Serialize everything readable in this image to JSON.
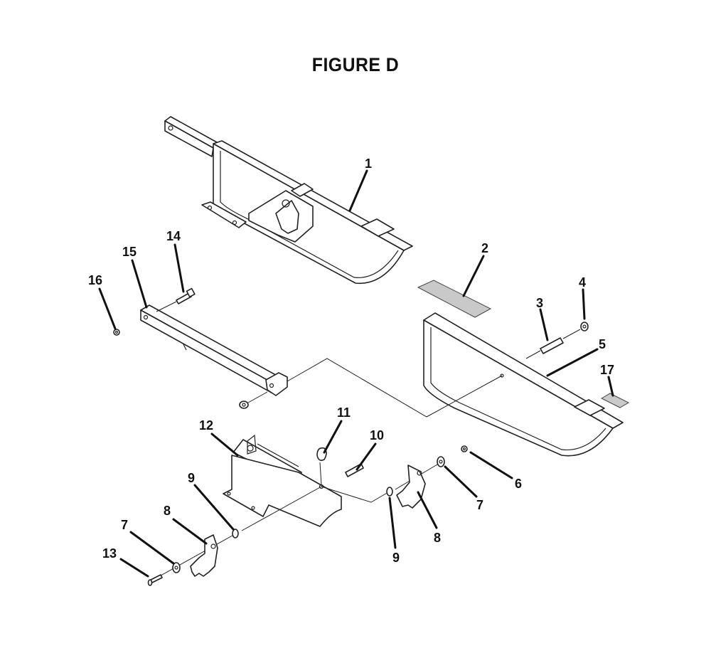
{
  "figure": {
    "title": "FIGURE D"
  },
  "callouts": {
    "c1": "1",
    "c2": "2",
    "c3": "3",
    "c4": "4",
    "c5": "5",
    "c6": "6",
    "c7a": "7",
    "c7b": "7",
    "c8a": "8",
    "c8b": "8",
    "c9a": "9",
    "c9b": "9",
    "c10": "10",
    "c11": "11",
    "c12": "12",
    "c13": "13",
    "c14": "14",
    "c15": "15",
    "c16": "16",
    "c17": "17"
  },
  "colors": {
    "line": "#222222",
    "label_fill": "#c9c9c9",
    "background": "#ffffff"
  }
}
